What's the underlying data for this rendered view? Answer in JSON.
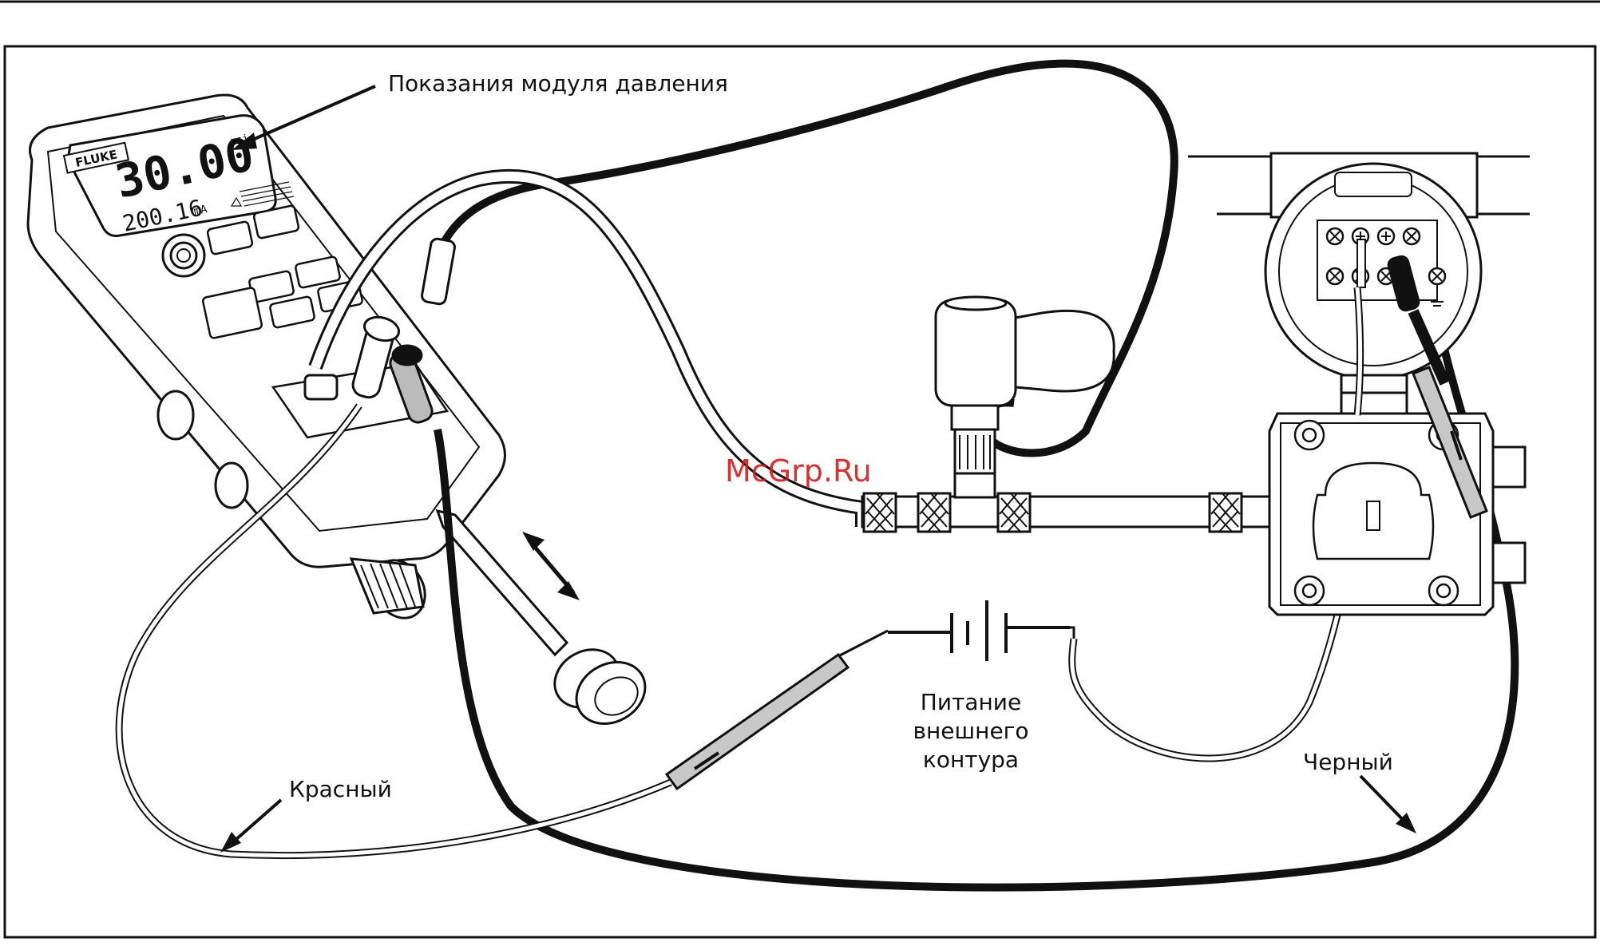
{
  "labels": {
    "pressure_module_reading": "Показания модуля давления",
    "red": "Красный",
    "black": "Черный",
    "external_loop_power_line1": "Питание",
    "external_loop_power_line2": "внешнего",
    "external_loop_power_line3": "контура"
  },
  "device": {
    "brand": "FLUKE",
    "main_reading": "30.00",
    "main_unit": "psi",
    "sub_reading": "200.16",
    "sub_unit": "mA"
  },
  "watermark": "McGrp.Ru",
  "colors": {
    "line": "#111111",
    "gray_lead": "#b9b9b9",
    "watermark": "#d21c1c"
  }
}
